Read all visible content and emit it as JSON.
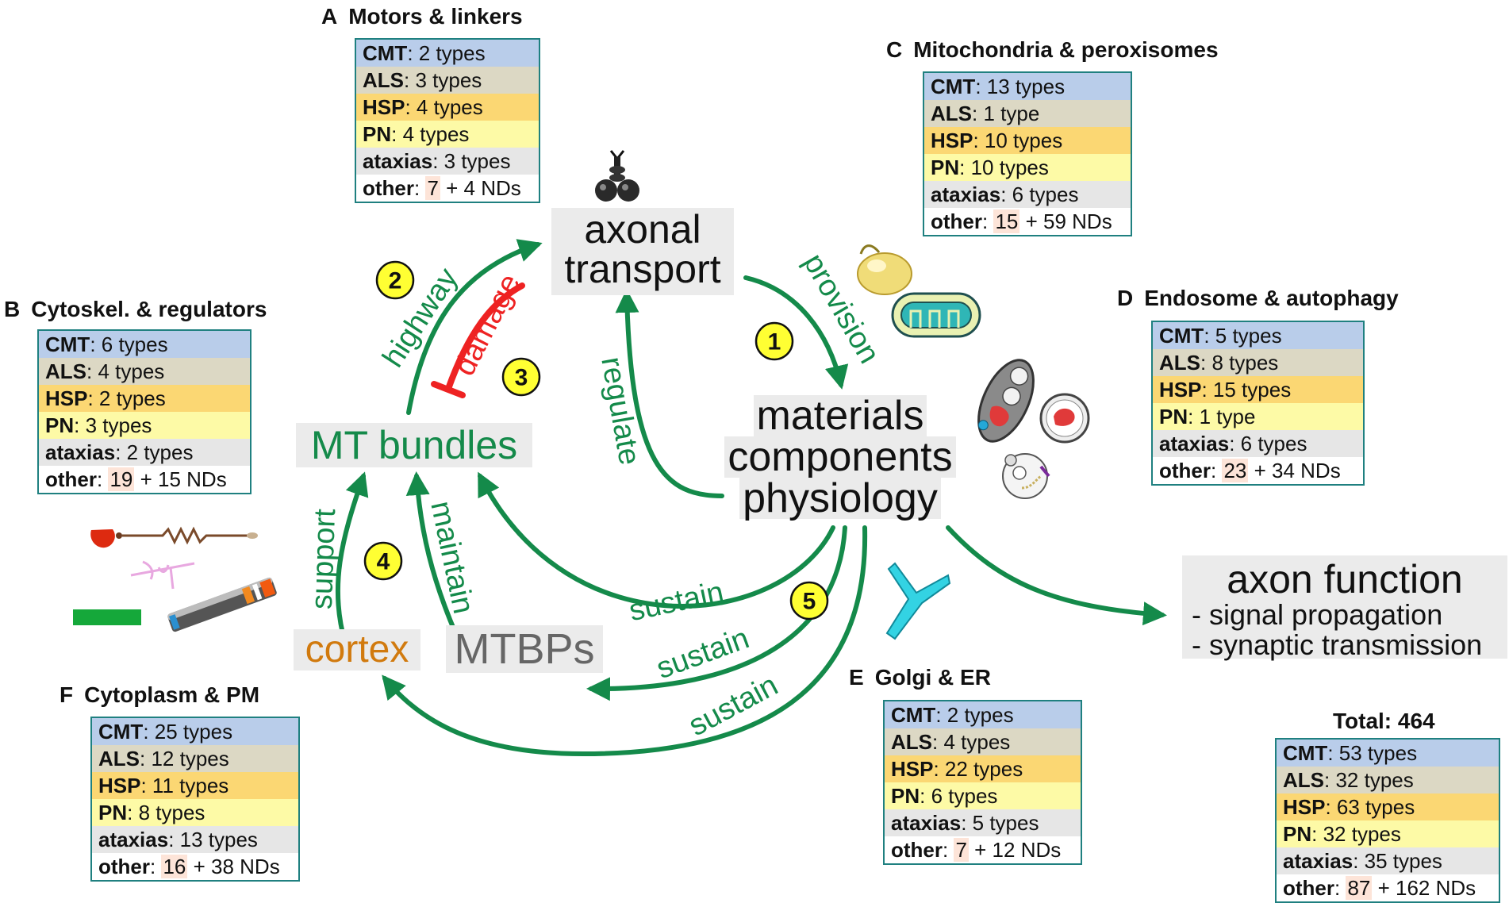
{
  "concepts": {
    "axonal_transport": [
      "axonal",
      "transport"
    ],
    "materials": [
      "materials",
      "components",
      "physiology"
    ],
    "mt_bundles": "MT bundles",
    "cortex": "cortex",
    "mtbps": "MTBPs",
    "axon_function": {
      "title": "axon function",
      "items": [
        "- signal propagation",
        "- synaptic transmission"
      ]
    }
  },
  "arrow_labels": {
    "highway": "highway",
    "damage": "damage",
    "provision": "provision",
    "regulate": "regulate",
    "support": "support",
    "maintain": "maintain",
    "sustain": "sustain"
  },
  "markers": [
    "1",
    "2",
    "3",
    "4",
    "5"
  ],
  "boxes": [
    {
      "letter": "A",
      "title": "Motors & linkers",
      "rows": [
        {
          "k": "CMT",
          "v": "2 types"
        },
        {
          "k": "ALS",
          "v": "3 types"
        },
        {
          "k": "HSP",
          "v": "4 types"
        },
        {
          "k": "PN",
          "v": "4 types"
        },
        {
          "k": "ataxias",
          "v": "3 types"
        }
      ],
      "other": {
        "hl": "7",
        "rest": "+ 4 NDs"
      }
    },
    {
      "letter": "B",
      "title": "Cytoskel. & regulators",
      "rows": [
        {
          "k": "CMT",
          "v": "6 types"
        },
        {
          "k": "ALS",
          "v": "4 types"
        },
        {
          "k": "HSP",
          "v": "2 types"
        },
        {
          "k": "PN",
          "v": "3 types"
        },
        {
          "k": "ataxias",
          "v": "2 types"
        }
      ],
      "other": {
        "hl": "19",
        "rest": "+ 15 NDs"
      }
    },
    {
      "letter": "C",
      "title": "Mitochondria & peroxisomes",
      "rows": [
        {
          "k": "CMT",
          "v": "13 types"
        },
        {
          "k": "ALS",
          "v": "1 type"
        },
        {
          "k": "HSP",
          "v": "10 types"
        },
        {
          "k": "PN",
          "v": "10 types"
        },
        {
          "k": "ataxias",
          "v": "6 types"
        }
      ],
      "other": {
        "hl": "15",
        "rest": "+ 59 NDs"
      }
    },
    {
      "letter": "D",
      "title": "Endosome & autophagy",
      "rows": [
        {
          "k": "CMT",
          "v": "5 types"
        },
        {
          "k": "ALS",
          "v": "8 types"
        },
        {
          "k": "HSP",
          "v": "15 types"
        },
        {
          "k": "PN",
          "v": "1 type"
        },
        {
          "k": "ataxias",
          "v": "6 types"
        }
      ],
      "other": {
        "hl": "23",
        "rest": "+ 34 NDs"
      }
    },
    {
      "letter": "E",
      "title": "Golgi & ER",
      "rows": [
        {
          "k": "CMT",
          "v": "2 types"
        },
        {
          "k": "ALS",
          "v": "4 types"
        },
        {
          "k": "HSP",
          "v": "22 types"
        },
        {
          "k": "PN",
          "v": "6 types"
        },
        {
          "k": "ataxias",
          "v": "5 types"
        }
      ],
      "other": {
        "hl": "7",
        "rest": "+ 12 NDs"
      }
    },
    {
      "letter": "F",
      "title": "Cytoplasm & PM",
      "rows": [
        {
          "k": "CMT",
          "v": "25 types"
        },
        {
          "k": "ALS",
          "v": "12 types"
        },
        {
          "k": "HSP",
          "v": "11 types"
        },
        {
          "k": "PN",
          "v": "8 types"
        },
        {
          "k": "ataxias",
          "v": "13 types"
        }
      ],
      "other": {
        "hl": "16",
        "rest": "+ 38 NDs"
      }
    },
    {
      "letter": "",
      "title": "Total: 464",
      "rows": [
        {
          "k": "CMT",
          "v": "53 types"
        },
        {
          "k": "ALS",
          "v": "32 types"
        },
        {
          "k": "HSP",
          "v": "63 types"
        },
        {
          "k": "PN",
          "v": "32 types"
        },
        {
          "k": "ataxias",
          "v": "35 types"
        }
      ],
      "other": {
        "hl": "87",
        "rest": "+ 162 NDs"
      }
    }
  ],
  "other_label": "other",
  "colors": {
    "arrow_green": "#148a4a",
    "damage_red": "#ee2222",
    "marker_yellow": "#ffff33",
    "cortex_orange": "#d17a0e",
    "mtbps_gray": "#666666",
    "box_border": "#1f8080",
    "cmt_row": "#b9cdea",
    "als_row": "#dcd8c4",
    "hsp_row": "#fbd773",
    "pn_row": "#fdfaa6",
    "ataxias_row": "#e6e6e6"
  },
  "icons": [
    "kinesin-motor-icon",
    "peroxisome-icon",
    "mitochondrion-icon",
    "endosome-icon",
    "lysosome-icon",
    "autophagosome-icon",
    "golgi-er-icon",
    "cytoskeleton-regulators-icon",
    "microtubule-icon"
  ]
}
